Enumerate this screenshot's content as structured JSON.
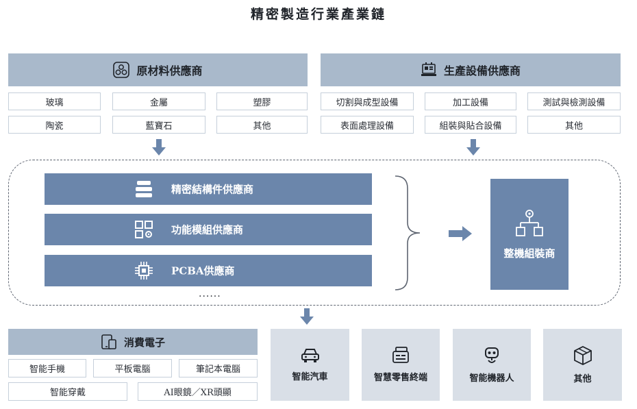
{
  "title": "精密製造行業產業鏈",
  "raw_materials": {
    "header": "原材料供應商",
    "icon": "materials-icon",
    "items": [
      "玻璃",
      "金屬",
      "塑膠",
      "陶瓷",
      "藍寶石",
      "其他"
    ]
  },
  "equipment": {
    "header": "生產設備供應商",
    "icon": "machine-icon",
    "items": [
      "切割與成型設備",
      "加工設備",
      "測試與檢測設備",
      "表面處理設備",
      "組裝與貼合設備",
      "其他"
    ]
  },
  "midstream": {
    "bars": [
      {
        "label": "精密結構件供應商",
        "icon": "stacked-layers-icon"
      },
      {
        "label": "功能模組供應商",
        "icon": "module-grid-icon"
      },
      {
        "label": "PCBA供應商",
        "icon": "chip-icon"
      }
    ],
    "ellipsis": "......",
    "assembly_label": "整機組裝商",
    "assembly_icon": "org-chart-gear-icon"
  },
  "downstream": {
    "consumer": {
      "header": "消費電子",
      "icon": "devices-icon",
      "items": [
        "智能手機",
        "平板電腦",
        "筆記本電腦",
        "智能穿戴",
        "AI眼鏡／XR頭顯"
      ]
    },
    "tiles": [
      {
        "label": "智能汽車",
        "icon": "car-icon"
      },
      {
        "label": "智慧零售終端",
        "icon": "terminal-icon"
      },
      {
        "label": "智能機器人",
        "icon": "robot-icon"
      },
      {
        "label": "其他",
        "icon": "cube-icon"
      }
    ]
  },
  "colors": {
    "header_bg": "#a9b9cb",
    "bar_bg": "#6b86ab",
    "tile_bg": "#d9dfe7",
    "arrow": "#6b86ab"
  }
}
